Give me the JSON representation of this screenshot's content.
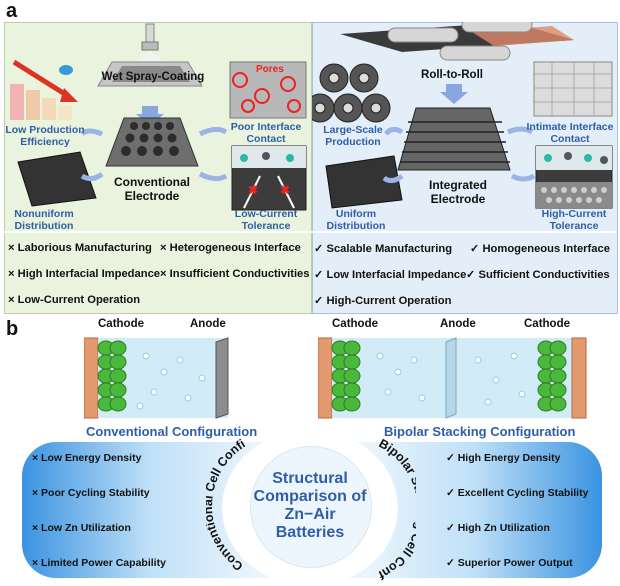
{
  "panel_a": {
    "label": "a",
    "conventional": {
      "process": "Wet Spray-Coating",
      "electrode": "Conventional\nElectrode",
      "pores": "Pores",
      "captions": {
        "low_production": "Low Production\nEfficiency",
        "poor_interface": "Poor Interface\nContact",
        "nonuniform": "Nonuniform\nDistribution",
        "low_current": "Low-Current\nTolerance"
      },
      "features": [
        "× Laborious Manufacturing",
        "× Heterogeneous Interface",
        "× High Interfacial Impedance",
        "× Insufficient Conductivities",
        "× Low-Current Operation"
      ],
      "colors": {
        "bg": "#e9f3dd",
        "accent": "#2f5ea8"
      }
    },
    "integrated": {
      "process": "Roll-to-Roll",
      "electrode": "Integrated\nElectrode",
      "captions": {
        "large_scale": "Large-Scale\nProduction",
        "intimate_interface": "Intimate Interface\nContact",
        "uniform": "Uniform\nDistribution",
        "high_current": "High-Current\nTolerance"
      },
      "features": [
        "✓ Scalable Manufacturing",
        "✓ Homogeneous Interface",
        "✓ Low Interfacial Impedance",
        "✓ Sufficient Conductivities",
        "✓ High-Current Operation"
      ],
      "colors": {
        "bg": "#e4eef8"
      }
    }
  },
  "panel_b": {
    "label": "b",
    "conventional": {
      "labels": [
        "Cathode",
        "Anode"
      ],
      "title": "Conventional Configuration",
      "cell_label": "Conventional Cell Configuration",
      "features": [
        "× Low Energy Density",
        "× Poor Cycling Stability",
        "× Low Zn Utilization",
        "× Limited Power Capability"
      ]
    },
    "bipolar": {
      "labels": [
        "Cathode",
        "Anode",
        "Cathode"
      ],
      "title": "Bipolar Stacking Configuration",
      "cell_label": "Bipolar Stacking Cell Configuration",
      "features": [
        "✓ High Energy Density",
        "✓ Excellent Cycling Stability",
        "✓ High Zn Utilization",
        "✓ Superior Power Output"
      ]
    },
    "center_text": "Structural\nComparison of\nZn−Air\nBatteries",
    "colors": {
      "band": "#3a93e0",
      "center_text": "#2f5ea8"
    }
  }
}
